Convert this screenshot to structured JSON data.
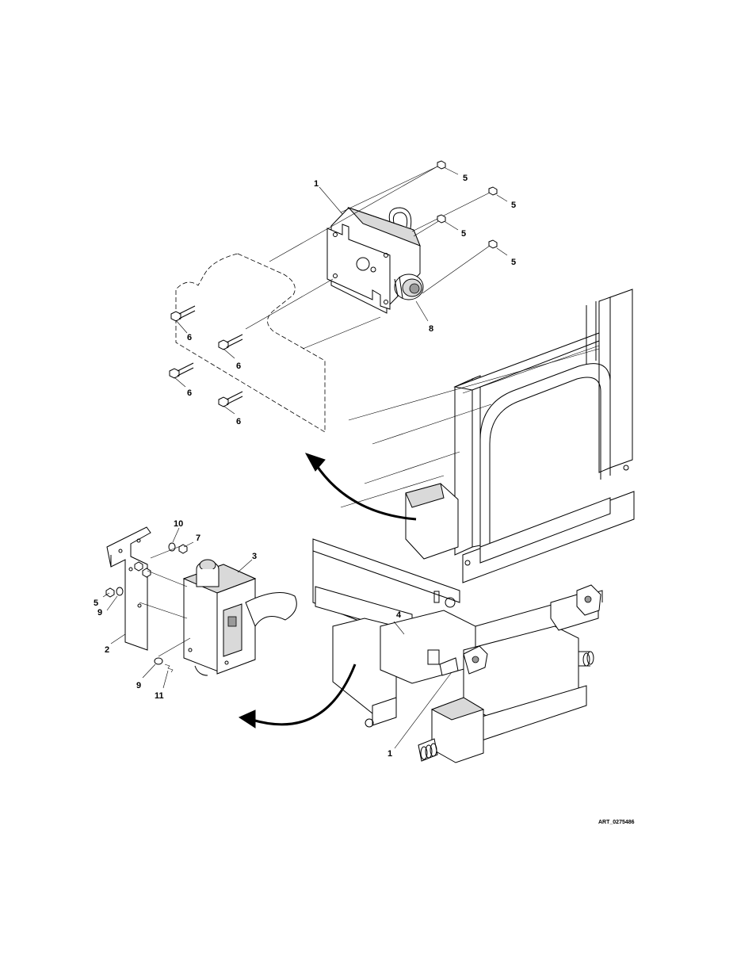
{
  "diagram": {
    "art_id": "ART_0275486",
    "callouts": [
      {
        "id": "c1a",
        "label": "1"
      },
      {
        "id": "c5a",
        "label": "5"
      },
      {
        "id": "c5b",
        "label": "5"
      },
      {
        "id": "c5c",
        "label": "5"
      },
      {
        "id": "c5d",
        "label": "5"
      },
      {
        "id": "c8",
        "label": "8"
      },
      {
        "id": "c6a",
        "label": "6"
      },
      {
        "id": "c6b",
        "label": "6"
      },
      {
        "id": "c6c",
        "label": "6"
      },
      {
        "id": "c6d",
        "label": "6"
      },
      {
        "id": "c10",
        "label": "10"
      },
      {
        "id": "c7",
        "label": "7"
      },
      {
        "id": "c3",
        "label": "3"
      },
      {
        "id": "c5e",
        "label": "5"
      },
      {
        "id": "c9a",
        "label": "9"
      },
      {
        "id": "c2",
        "label": "2"
      },
      {
        "id": "c4",
        "label": "4"
      },
      {
        "id": "c9b",
        "label": "9"
      },
      {
        "id": "c11",
        "label": "11"
      },
      {
        "id": "c1b",
        "label": "1"
      }
    ]
  }
}
